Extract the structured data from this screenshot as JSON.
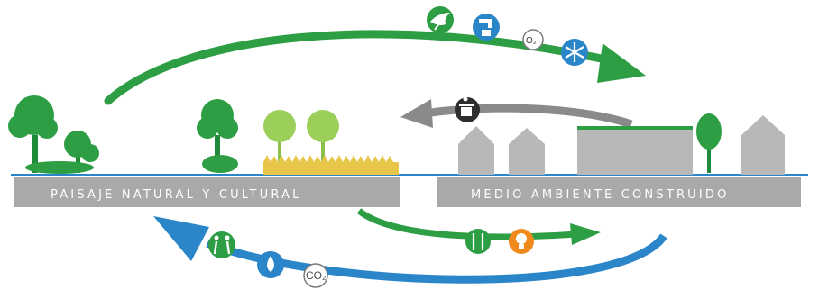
{
  "panels": {
    "left_label": "PAISAJE NATURAL Y CULTURAL",
    "right_label": "MEDIO AMBIENTE CONSTRUIDO"
  },
  "flows": {
    "top_green": {
      "icons": [
        "bird-icon",
        "water-tap-icon",
        "o2-icon",
        "snowflake-icon"
      ],
      "o2_text": "O₂"
    },
    "grey_return": {
      "icons": [
        "trash-bin-icon"
      ]
    },
    "bottom_green": {
      "icons": [
        "cutlery-icon",
        "lightbulb-icon"
      ]
    },
    "bottom_blue": {
      "icons": [
        "hikers-icon",
        "water-drop-icon",
        "co2-icon"
      ],
      "co2_text": "CO₂"
    }
  },
  "colors": {
    "green": "#2e9e44",
    "dark_green": "#1f8a3a",
    "light_green": "#9ccf5a",
    "blue": "#2b86c9",
    "grey": "#8a8a8a",
    "bar_grey": "#a9a9a9",
    "building_grey": "#b8b8b8",
    "grass_yellow": "#e7c64a",
    "orange": "#f08a1c"
  }
}
